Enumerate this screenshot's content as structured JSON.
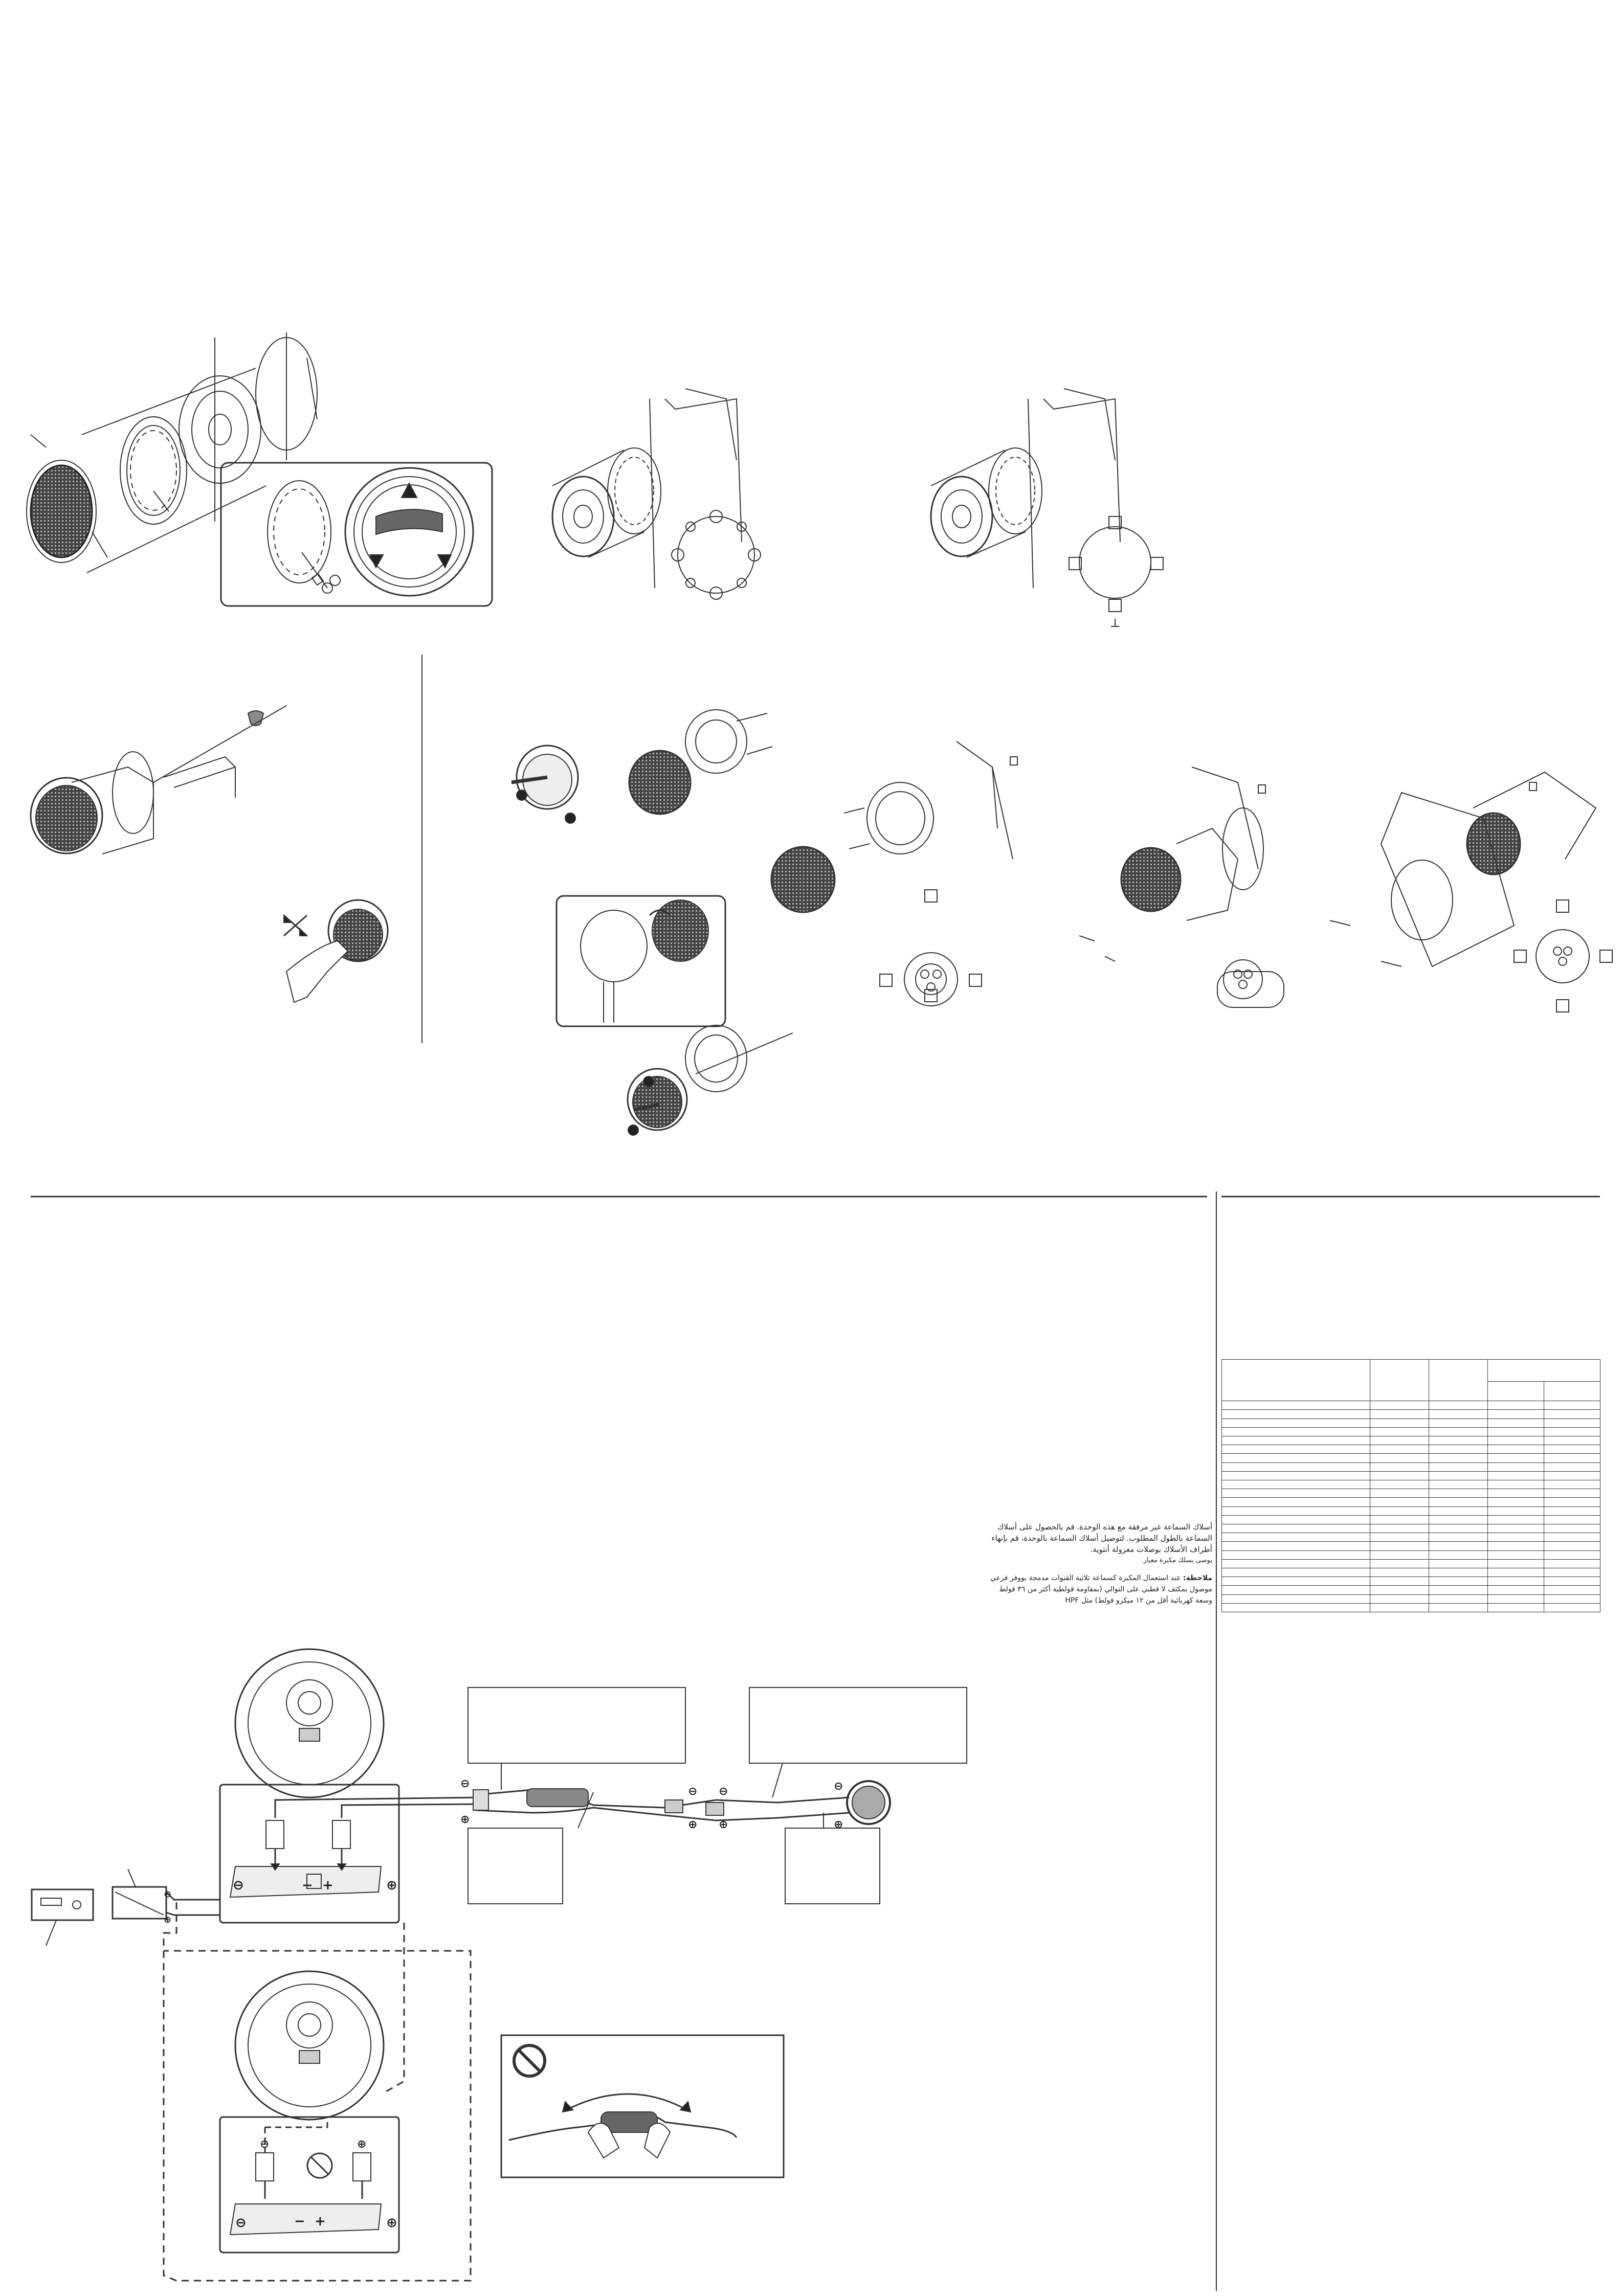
{
  "page": {
    "background": "#ffffff",
    "line_color": "#333333"
  },
  "arabic_notes": {
    "lines": [
      "أسلاك السماعة غير مرفقة مع هذه الوحدة. قم بالحصول على أسلاك",
      "السماعة بالطول المطلوب. لتوصيل أسلاك السماعة بالوحدة، قم بإنهاء",
      "أطراف الأسلاك بوصلات معزولة أنثوية.",
      "يوصى بسلك مكبرة معيار"
    ],
    "note_label": "ملاحظة:",
    "note_lines": [
      "عند استعمال المكبرة كسماعة ثلاثية القنوات مدمجة بووفر فرعي",
      "موصول بمكثف لا قطبي على التوالي (بمقاومة فولطية أكثر من ٣٦ فولط",
      "وسعة كهربائية أقل من ١٢ ميكرو فولط) مثل HPF"
    ]
  },
  "wiring_labels": {
    "negative_symbol": "−",
    "positive_symbol": "+"
  },
  "icons": {
    "step_markers": [
      "step-1-icon",
      "step-2-icon"
    ],
    "prohibition": "prohibited-icon"
  }
}
